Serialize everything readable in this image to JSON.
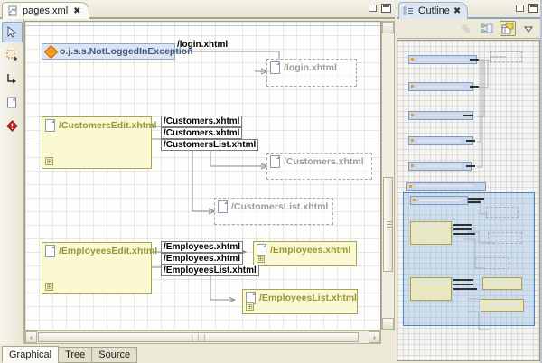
{
  "editor": {
    "tab": {
      "title": "pages.xml",
      "close_glyph": "✖",
      "icon": "xml-file-icon"
    },
    "window_controls": {
      "minimize": "minimize-icon",
      "maximize": "maximize-icon"
    },
    "palette": [
      {
        "name": "select-tool",
        "glyph": "arrow",
        "selected": true
      },
      {
        "name": "marquee-tool",
        "glyph": "marquee",
        "selected": false
      },
      {
        "name": "connection-tool",
        "glyph": "connection",
        "selected": false
      },
      {
        "name": "page-tool",
        "glyph": "page",
        "selected": false
      },
      {
        "name": "exception-tool",
        "glyph": "diamond",
        "selected": false
      }
    ],
    "nodes": [
      {
        "id": "exception",
        "label": "o.j.s.s.NotLoggedInException",
        "style": "exception"
      },
      {
        "id": "login",
        "label": "/login.xhtml",
        "style": "ghost"
      },
      {
        "id": "customers_edit",
        "label": "/CustomersEdit.xhtml",
        "style": "yellow"
      },
      {
        "id": "customers",
        "label": "/Customers.xhtml",
        "style": "ghost"
      },
      {
        "id": "customers_list",
        "label": "/CustomersList.xhtml",
        "style": "ghost"
      },
      {
        "id": "employees_edit",
        "label": "/EmployeesEdit.xhtml",
        "style": "yellow"
      },
      {
        "id": "employees",
        "label": "/Employees.xhtml",
        "style": "yellow"
      },
      {
        "id": "employees_list",
        "label": "/EmployeesList.xhtml",
        "style": "yellow"
      }
    ],
    "edge_labels": [
      {
        "id": "e_login",
        "text": "/login.xhtml"
      },
      {
        "id": "e_cust_1",
        "text": "/Customers.xhtml"
      },
      {
        "id": "e_cust_2",
        "text": "/Customers.xhtml"
      },
      {
        "id": "e_custlist",
        "text": "/CustomersList.xhtml"
      },
      {
        "id": "e_emp_1",
        "text": "/Employees.xhtml"
      },
      {
        "id": "e_emp_2",
        "text": "/Employees.xhtml"
      },
      {
        "id": "e_emplist",
        "text": "/EmployeesList.xhtml"
      }
    ],
    "scroll": {
      "left_arrow": "‹",
      "right_arrow": "›",
      "up_arrow": "▴",
      "down_arrow": "▾",
      "h_grip": "❘❘❘"
    },
    "bottom_tabs": [
      {
        "label": "Graphical",
        "selected": true
      },
      {
        "label": "Tree",
        "selected": false
      },
      {
        "label": "Source",
        "selected": false
      }
    ]
  },
  "outline": {
    "tab": {
      "title": "Outline",
      "close_glyph": "✖",
      "icon": "outline-icon"
    },
    "toolbar": [
      {
        "name": "hide-icon",
        "selected": false,
        "enabled": false
      },
      {
        "name": "tree-view-icon",
        "selected": false,
        "enabled": true
      },
      {
        "name": "overview-icon",
        "selected": true,
        "enabled": true
      },
      {
        "name": "view-menu-icon",
        "selected": false,
        "enabled": true
      }
    ],
    "thumbnail": {
      "name": "diagram-overview-thumbnail",
      "viewport": "visible-region-highlight"
    }
  },
  "colors": {
    "yellow_fill": "#fbf8d4",
    "yellow_border": "#a9a450",
    "yellow_text": "#9a9537",
    "ghost_border": "#a8a8a8",
    "ghost_text": "#9c9c9c",
    "exception_fill": "#dde5f2",
    "exception_border": "#93a7c6",
    "exception_text": "#3c5a86",
    "chrome": "#ece9d8",
    "viewport_highlight": "#4a86c8"
  }
}
